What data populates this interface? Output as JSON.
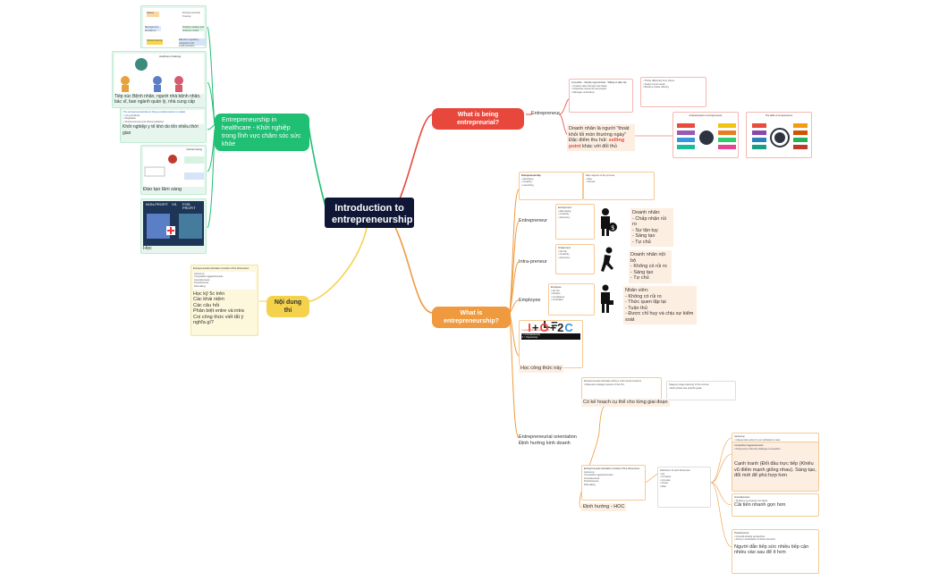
{
  "central": {
    "title": "Introduction to entrepreneurship"
  },
  "topics": {
    "being": "What is being entrepreurial?",
    "what": "What is entrepreneurship?",
    "noidung": "Nội dung thi",
    "healthcare": "Entrepreneurship in healthcare - Khởi nghiệp trong lĩnh vực chăm sóc sức khỏe"
  },
  "being": {
    "entrepreneur_label": "Entrepreneur",
    "note_line1": "Doanh nhân là người \"thoát khỏi lối mòn thường ngày\"",
    "note_line2_pre": "Đặc điểm thu hút: ",
    "note_line2_bold": "selling point",
    "note_line2_post": " khác với đối thủ",
    "infographic1_title": "Characteristics of entrepreneurs",
    "infographic2_title": "The skills of entrepreneurs"
  },
  "what": {
    "entrepreneur": {
      "label": "Entrepreneur",
      "lines": [
        "Doanh nhân:",
        "- Chấp nhận rủi ro",
        "- Sự tận tụy",
        "- Sáng tạo",
        "- Tự chủ"
      ]
    },
    "intra": {
      "label": "Intra-preneur",
      "lines": [
        "Doanh nhân nội bộ",
        "- Không có rủi ro",
        "- Sáng tạo",
        "- Tự chủ"
      ]
    },
    "employee": {
      "label": "Employee",
      "lines": [
        "Nhân viên:",
        "- Không có rủi ro",
        "- Thức quen lặp lại",
        "- Tuân thủ",
        "- Được chỉ huy và chịu sự kiểm soát"
      ]
    },
    "formula": {
      "l": "L=",
      "i": "I",
      "plus1": "+",
      "o": "O",
      "plus2": "+2",
      "c": "C",
      "caption": "Học công thức này"
    },
    "plan_label": "Có kế hoạch cụ thể cho từng giai đoạn",
    "orientation_label": "Entrepreneurial orientation\nĐịnh hướng kinh doanh",
    "eo_label": "Định hướng - HOC",
    "eo_items": [
      "Autonomy",
      "Competitive aggressiveness",
      "Innovativeness",
      "Proactiveness",
      "Risk taking"
    ],
    "notes": [
      "Cạnh tranh (Đối đầu trực tiếp (Khiêu vũ điểm mạnh giống nhau). Sáng tạo, đổi mới để phù hợp hơn",
      "Cải tiến nhanh gọn hơn",
      "Người dẫn tiếp sức nhiều tiếp cận nhiều vào sau để ít hơn"
    ]
  },
  "noidung": {
    "card_title": "Entrepreneurial orientation consists of five dimensions",
    "card_items": [
      "Autonomy",
      "Competitive aggressiveness",
      "Innovativeness",
      "Proactiveness",
      "Risk taking"
    ],
    "lines": [
      "Học kỹ 5c trên",
      "Các khái niệm",
      "Các câu hỏi",
      "Phân biệt entre và intra",
      "Coi công thức viết tắt ý nghĩa gì?"
    ]
  },
  "healthcare": {
    "captions": [
      "Tiếp xúc Bệnh nhân, người nhà bệnh nhân, bác sĩ, ban ngành quản lý, nhà cung cấp",
      "Khởi nghiệp y tế khó do tốn nhiều thời gian",
      "Đào tạo lâm sàng",
      "Học"
    ],
    "card1_labels": [
      "Medical training",
      "Patient",
      "Entrepreneurship Training",
      "Management Excellence",
      "Product creation and business model",
      "Clinical training",
      "Effective regulatory navigation and implementation"
    ],
    "card2_title": "Healthcare challenge",
    "card2_labels": [
      "Payer",
      "Patient",
      "Provider",
      "Regulator"
    ],
    "card4_labels": [
      "Clinical training",
      "Learning of health personnel",
      "Innovation as entrepreneurship",
      "Knowledge and skills"
    ],
    "card5_labels": [
      "NON-PROFIT",
      "VS.",
      "FOR-PROFIT"
    ]
  }
}
